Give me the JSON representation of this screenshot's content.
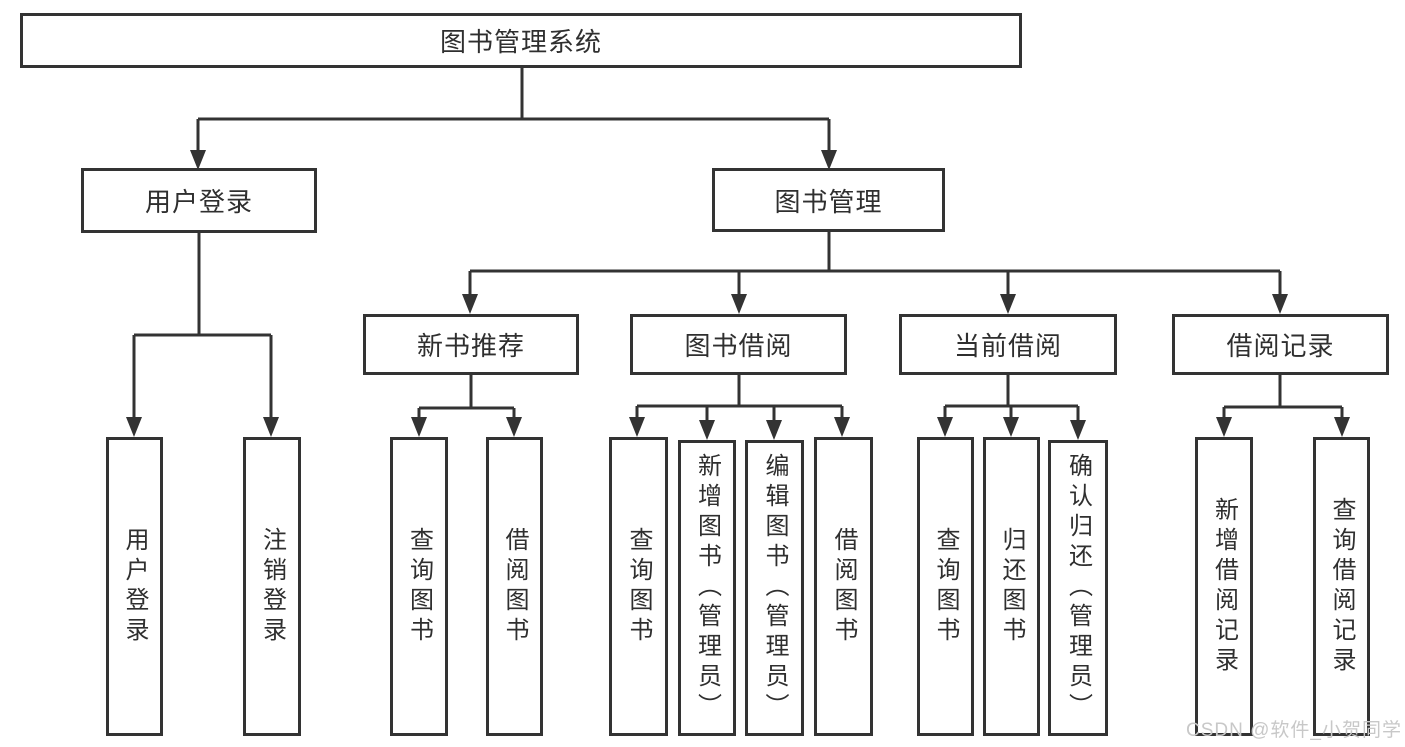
{
  "diagram": {
    "type": "hierarchy-tree",
    "title": "图书管理系统",
    "tree": {
      "label": "图书管理系统",
      "children": [
        {
          "label": "用户登录",
          "children": [
            {
              "label": "用户登录"
            },
            {
              "label": "注销登录"
            }
          ]
        },
        {
          "label": "图书管理",
          "children": [
            {
              "label": "新书推荐",
              "children": [
                {
                  "label": "查询图书"
                },
                {
                  "label": "借阅图书"
                }
              ]
            },
            {
              "label": "图书借阅",
              "children": [
                {
                  "label": "查询图书"
                },
                {
                  "label": "新增图书（管理员）"
                },
                {
                  "label": "编辑图书（管理员）"
                },
                {
                  "label": "借阅图书"
                }
              ]
            },
            {
              "label": "当前借阅",
              "children": [
                {
                  "label": "查询图书"
                },
                {
                  "label": "归还图书"
                },
                {
                  "label": "确认归还（管理员）"
                }
              ]
            },
            {
              "label": "借阅记录",
              "children": [
                {
                  "label": "新增借阅记录"
                },
                {
                  "label": "查询借阅记录"
                }
              ]
            }
          ]
        }
      ]
    },
    "colors": {
      "background": "#ffffff",
      "line": "#333333",
      "box_border": "#333333",
      "text": "#2f2f2f",
      "watermark": "#c8c8c8"
    },
    "watermark": "CSDN @软件_小贺同学"
  }
}
